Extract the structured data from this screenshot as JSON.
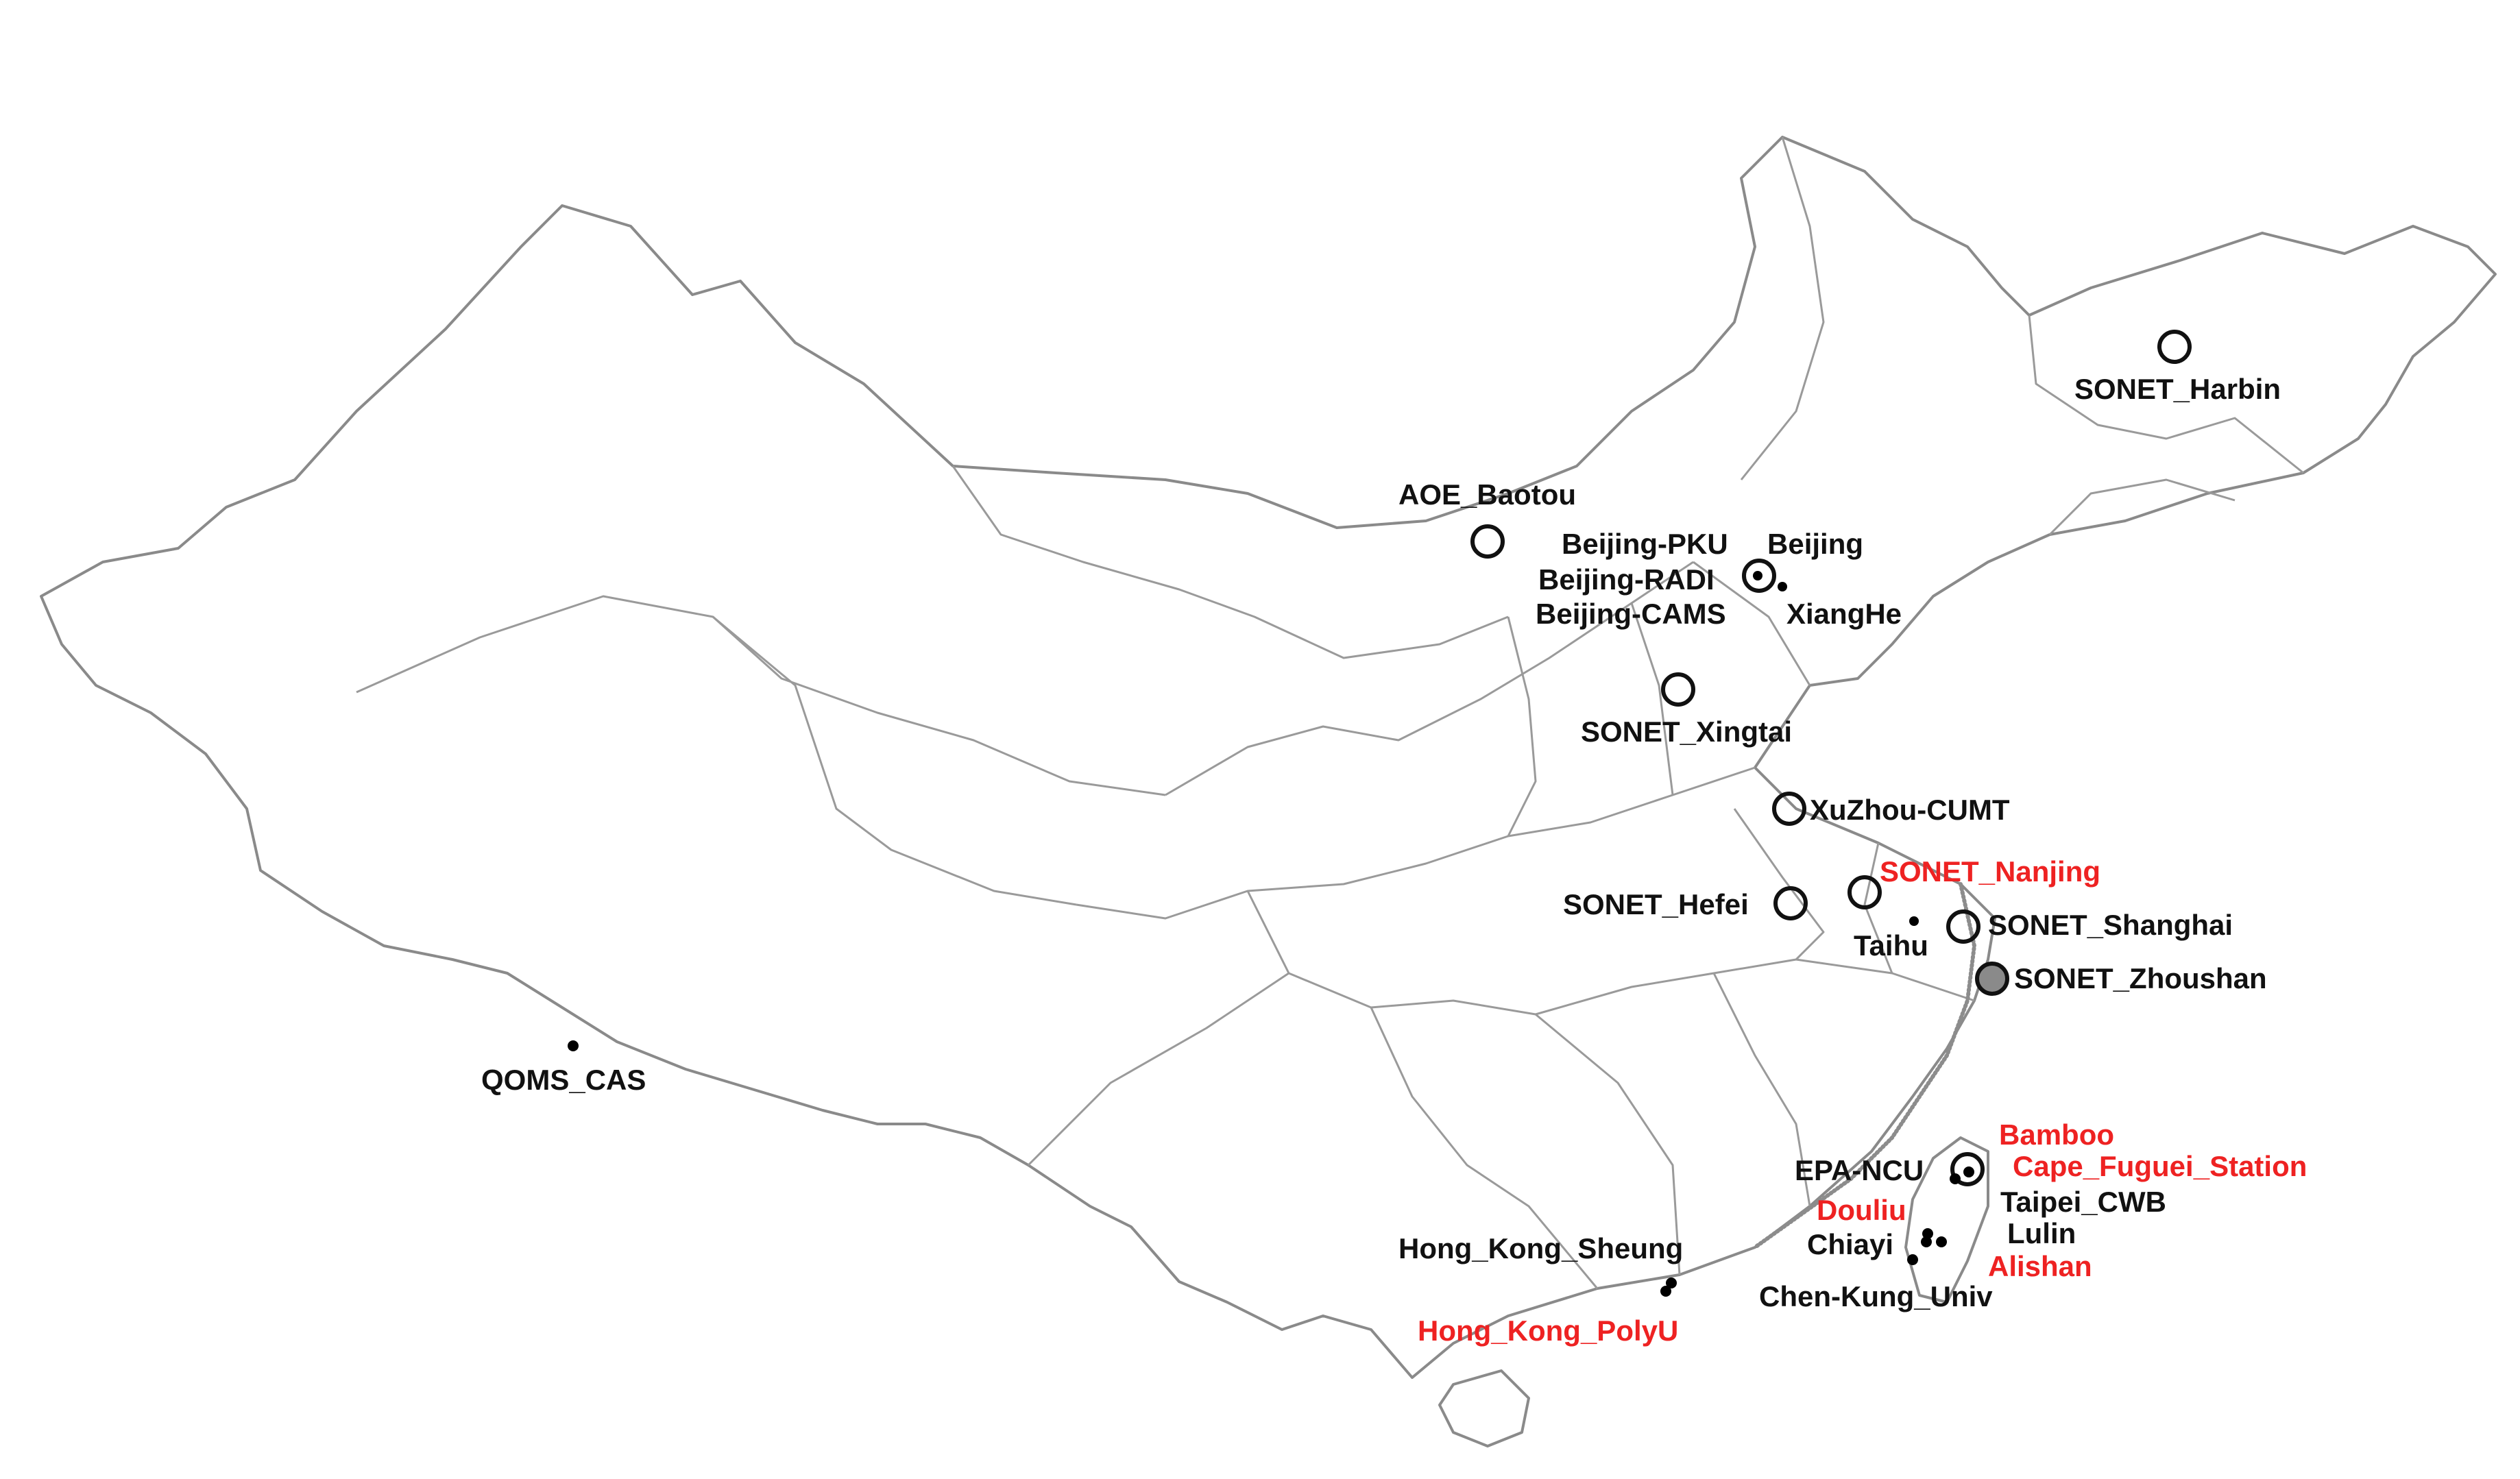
{
  "map": {
    "colors": {
      "label_default": "#111111",
      "label_highlight": "#ee2222",
      "border": "#9a9a9a",
      "marker": "#000000",
      "marker_shaded": "#8a8a8a"
    },
    "sites": [
      {
        "id": "sonet-harbin",
        "name": "SONET_Harbin",
        "marker": "ring",
        "highlight": false
      },
      {
        "id": "aoe-baotou",
        "name": "AOE_Baotou",
        "marker": "ring",
        "highlight": false
      },
      {
        "id": "beijing-pku",
        "name": "Beijing-PKU",
        "marker": "ring",
        "highlight": false
      },
      {
        "id": "beijing",
        "name": "Beijing",
        "marker": "dot",
        "highlight": false
      },
      {
        "id": "beijing-radi",
        "name": "Beijing-RADI",
        "marker": "dot",
        "highlight": false
      },
      {
        "id": "beijing-cams",
        "name": "Beijing-CAMS",
        "marker": "dot",
        "highlight": false
      },
      {
        "id": "xianghe",
        "name": "XiangHe",
        "marker": "dot",
        "highlight": false
      },
      {
        "id": "sonet-xingtai",
        "name": "SONET_Xingtai",
        "marker": "ring",
        "highlight": false
      },
      {
        "id": "xuzhou-cumt",
        "name": "XuZhou-CUMT",
        "marker": "ring",
        "highlight": false
      },
      {
        "id": "sonet-nanjing",
        "name": "SONET_Nanjing",
        "marker": "ring",
        "highlight": true
      },
      {
        "id": "sonet-hefei",
        "name": "SONET_Hefei",
        "marker": "ring",
        "highlight": false
      },
      {
        "id": "taihu",
        "name": "Taihu",
        "marker": "dot",
        "highlight": false
      },
      {
        "id": "sonet-shanghai",
        "name": "SONET_Shanghai",
        "marker": "ring",
        "highlight": false
      },
      {
        "id": "sonet-zhoushan",
        "name": "SONET_Zhoushan",
        "marker": "ring-shaded",
        "highlight": false
      },
      {
        "id": "qoms-cas",
        "name": "QOMS_CAS",
        "marker": "dot",
        "highlight": false
      },
      {
        "id": "bamboo",
        "name": "Bamboo",
        "marker": "dot",
        "highlight": true
      },
      {
        "id": "cape-fuguei",
        "name": "Cape_Fuguei_Station",
        "marker": "dot",
        "highlight": true
      },
      {
        "id": "epa-ncu",
        "name": "EPA-NCU",
        "marker": "dot",
        "highlight": false
      },
      {
        "id": "taipei-cwb",
        "name": "Taipei_CWB",
        "marker": "ring",
        "highlight": false
      },
      {
        "id": "douliu",
        "name": "Douliu",
        "marker": "dot",
        "highlight": true
      },
      {
        "id": "lulin",
        "name": "Lulin",
        "marker": "dot",
        "highlight": false
      },
      {
        "id": "chiayi",
        "name": "Chiayi",
        "marker": "dot",
        "highlight": false
      },
      {
        "id": "alishan",
        "name": "Alishan",
        "marker": "dot",
        "highlight": true
      },
      {
        "id": "chen-kung-univ",
        "name": "Chen-Kung_Univ",
        "marker": "dot",
        "highlight": false
      },
      {
        "id": "hong-kong-sheung",
        "name": "Hong_Kong_Sheung",
        "marker": "dot",
        "highlight": false
      },
      {
        "id": "hong-kong-polyu",
        "name": "Hong_Kong_PolyU",
        "marker": "dot",
        "highlight": true
      }
    ]
  }
}
